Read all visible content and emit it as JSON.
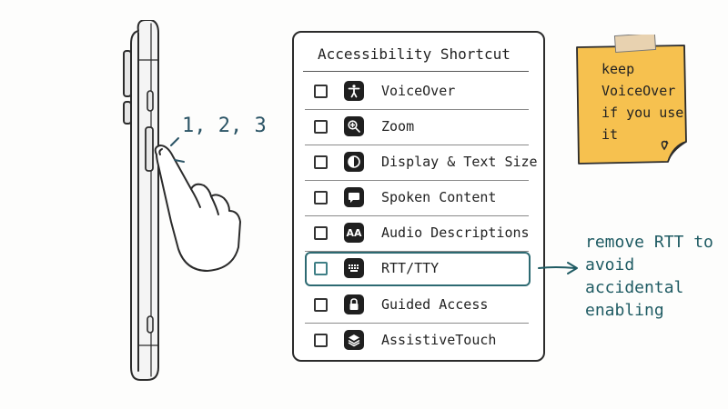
{
  "panel": {
    "title": "Accessibility Shortcut",
    "items": [
      {
        "label": "VoiceOver",
        "icon": "accessibility-icon",
        "checked": false
      },
      {
        "label": "Zoom",
        "icon": "zoom-icon",
        "checked": false
      },
      {
        "label": "Display & Text Size",
        "icon": "display-icon",
        "checked": false
      },
      {
        "label": "Spoken Content",
        "icon": "speech-bubble-icon",
        "checked": false
      },
      {
        "label": "Audio Descriptions",
        "icon": "audio-descriptions-icon",
        "icon_text": "AA",
        "checked": false
      },
      {
        "label": "RTT/TTY",
        "icon": "keyboard-icon",
        "checked": false,
        "highlighted": true
      },
      {
        "label": "Guided Access",
        "icon": "lock-icon",
        "checked": false
      },
      {
        "label": "AssistiveTouch",
        "icon": "layers-icon",
        "checked": false
      }
    ]
  },
  "annotations": {
    "press_count": "1, 2, 3",
    "sticky_note": "keep VoiceOver if you use it",
    "rtt_note": "remove RTT to avoid accidental enabling"
  },
  "colors": {
    "accent_teal": "#2d6a72",
    "sticky_yellow": "#f6c14f",
    "tape": "#e8d2b0"
  }
}
